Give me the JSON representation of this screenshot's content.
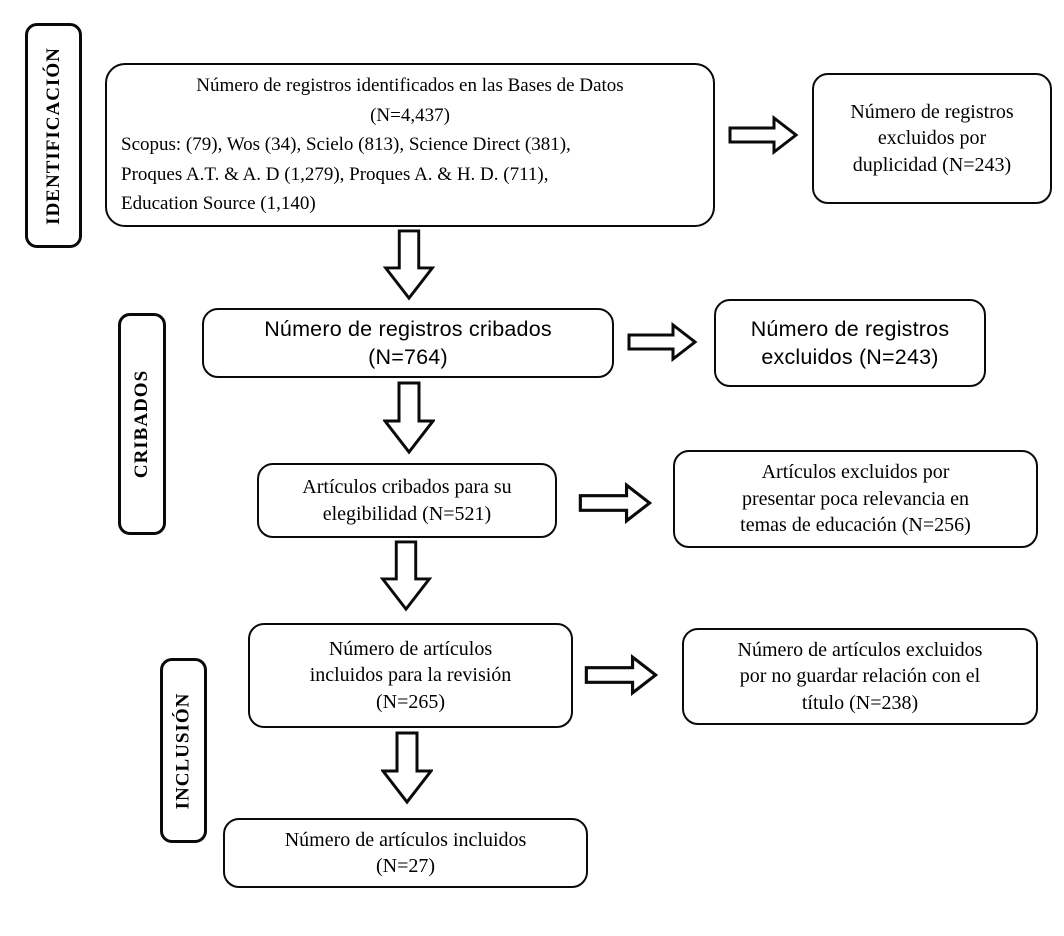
{
  "stages": {
    "identification": "IDENTIFICACIÓN",
    "screening": "CRIBADOS",
    "inclusion": "INCLUSIÓN"
  },
  "boxes": {
    "identified": {
      "centered_lines": [
        "Número de registros identificados en las Bases de Datos",
        "(N=4,437)"
      ],
      "detail_lines": [
        "Scopus: (79), Wos (34), Scielo (813), Science Direct (381),",
        "Proques A.T. & A. D (1,279), Proques A. & H. D. (711),",
        "Education Source (1,140)"
      ]
    },
    "excluded_duplicates": {
      "lines": [
        "Número de registros",
        "excluidos por",
        "duplicidad (N=243)"
      ]
    },
    "screened": {
      "lines": [
        "Número de registros cribados",
        "(N=764)"
      ]
    },
    "excluded_screening": {
      "lines": [
        "Número de registros",
        "excluidos (N=243)"
      ]
    },
    "eligibility": {
      "lines": [
        "Artículos cribados para su",
        "elegibilidad (N=521)"
      ]
    },
    "excluded_relevance": {
      "lines": [
        "Artículos excluidos por",
        "presentar poca relevancia en",
        "temas de educación (N=256)"
      ]
    },
    "included_review": {
      "lines": [
        "Número de artículos",
        "incluidos para la revisión",
        "(N=265)"
      ]
    },
    "excluded_title": {
      "lines": [
        "Número de artículos excluidos",
        "por no guardar relación con el",
        "título (N=238)"
      ]
    },
    "included_final": {
      "lines": [
        "Número de artículos incluidos",
        "(N=27)"
      ]
    }
  },
  "colors": {
    "border": "#0a0a0a",
    "background": "#ffffff",
    "text": "#000000"
  }
}
